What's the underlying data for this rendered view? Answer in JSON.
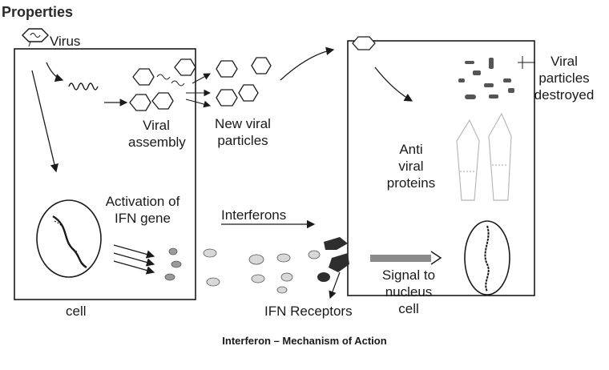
{
  "header": {
    "title": "Properties"
  },
  "labels": {
    "virus": "Virus",
    "viral_assembly": [
      "Viral",
      "assembly"
    ],
    "new_viral_particles": [
      "New viral",
      "particles"
    ],
    "activation": [
      "Activation of",
      "IFN gene"
    ],
    "interferons": "Interferons",
    "cell": "cell",
    "ifn_receptors": "IFN Receptors",
    "anti_viral": [
      "Anti",
      "viral",
      "proteins"
    ],
    "viral_destroyed": [
      "Viral",
      "particles",
      "destroyed"
    ],
    "signal": [
      "Signal to",
      "nucleus",
      "cell"
    ]
  },
  "caption": "Interferon – Mechanism of Action",
  "colors": {
    "ink": "#1a1a1a",
    "receptor": "#2e2e2e",
    "signal_bar": "#8a8a8a"
  }
}
